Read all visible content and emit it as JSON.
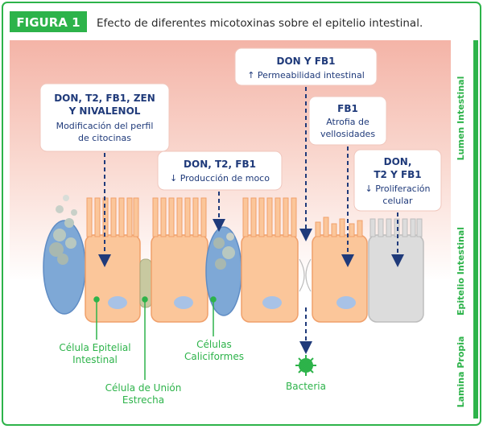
{
  "header": {
    "badge": "FIGURA 1",
    "title": "Efecto de diferentes micotoxinas sobre el epitelio intestinal."
  },
  "colors": {
    "green": "#2db34a",
    "border": "#2db34a",
    "lumen_pink": "#f7c9bf",
    "cell_orange": "#fbc69a",
    "cell_outline": "#f0a06b",
    "goblet_blue": "#7ea8d6",
    "nucleus": "#a8c2e6",
    "arrow_blue": "#1f3a7a",
    "grey_cell": "#dcdcdc"
  },
  "side_labels": {
    "lumen": "Lumen Intestinal",
    "epithelium": "Epitelio Intestinal",
    "lamina": "Lamina Propia"
  },
  "boxes": {
    "box1": {
      "title_1": "DON, T2, FB1, ZEN",
      "title_2": "Y NIVALENOL",
      "desc_1": "Modificación del perfil",
      "desc_2": "de citocinas"
    },
    "box2": {
      "title": "DON, T2, FB1",
      "desc": "↓ Producción de moco"
    },
    "box3": {
      "title": "DON Y FB1",
      "desc": "↑ Permeabilidad intestinal"
    },
    "box4": {
      "title": "FB1",
      "desc_1": "Atrofia de",
      "desc_2": "vellosidades"
    },
    "box5": {
      "title_1": "DON,",
      "title_2": "T2 Y FB1",
      "desc_1": "↓ Proliferación",
      "desc_2": "celular"
    }
  },
  "labels": {
    "epithelial_1": "Célula Epitelial",
    "epithelial_2": "Intestinal",
    "junction_1": "Célula de Unión",
    "junction_2": "Estrecha",
    "goblet_1": "Células",
    "goblet_2": "Caliciformes",
    "bacteria": "Bacteria"
  }
}
